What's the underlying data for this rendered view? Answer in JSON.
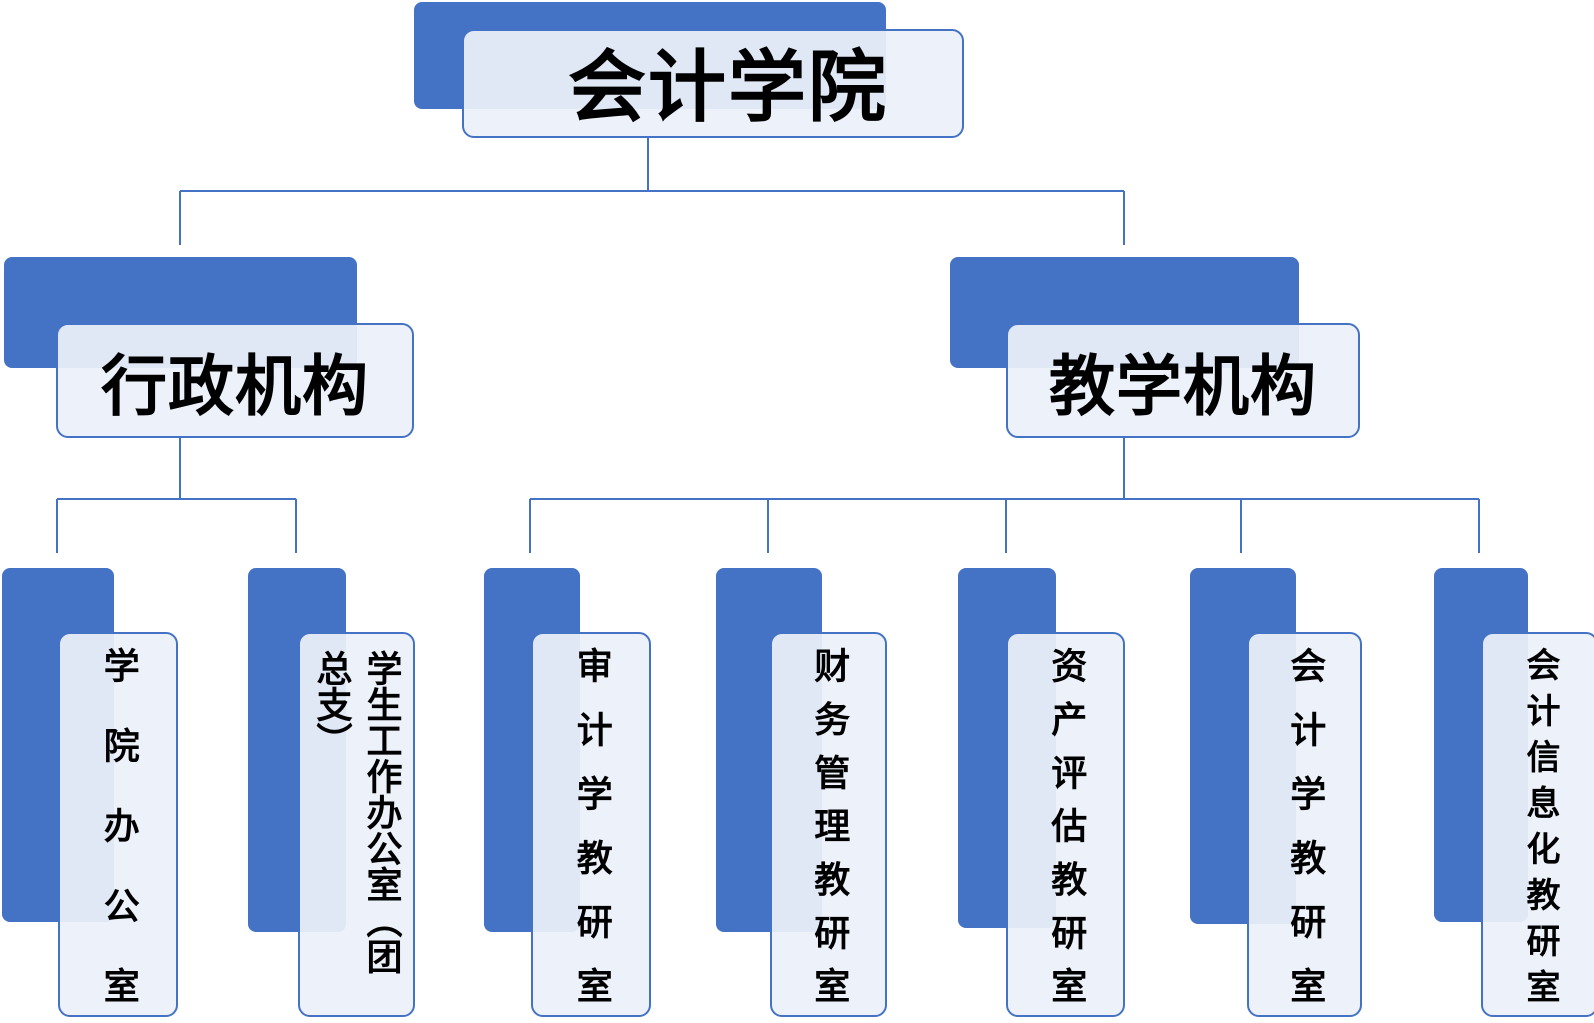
{
  "root": {
    "label": "会计学院"
  },
  "branches": [
    {
      "label": "行政机构",
      "children": [
        "学院办公室",
        "学生工作办公室（团总支）"
      ]
    },
    {
      "label": "教学机构",
      "children": [
        "审计学教研室",
        "财务管理教研室",
        "资产评估教研室",
        "会计学教研室",
        "会计信息化教研室"
      ]
    }
  ],
  "colors": {
    "accent": "#4472c4",
    "card_fill": "#ecf1fa",
    "line": "#4472c4"
  }
}
